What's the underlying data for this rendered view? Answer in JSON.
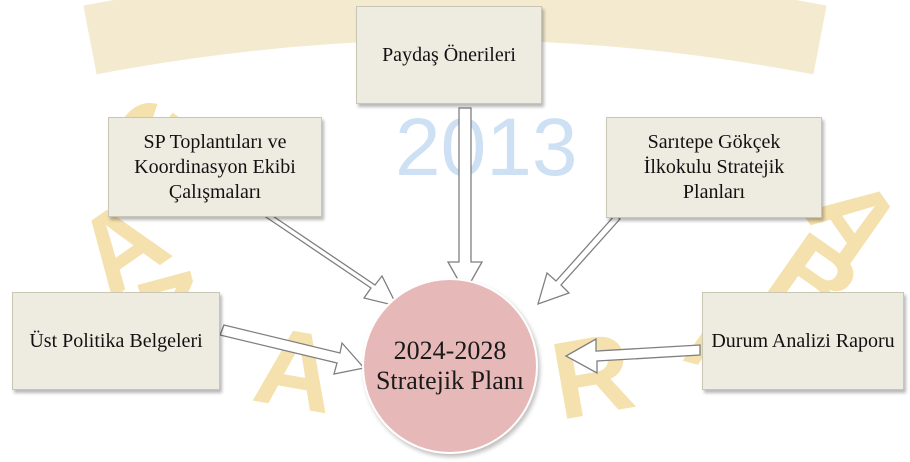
{
  "diagram": {
    "center": {
      "title": "2024-2028 Stratejik Planı"
    },
    "sources": [
      {
        "key": "paydas",
        "label": "Paydaş Önerileri"
      },
      {
        "key": "sp",
        "label": "SP Toplantıları ve Koordinasyon Ekibi Çalışmaları"
      },
      {
        "key": "saritepe",
        "label": "Sarıtepe Gökçek İlkokulu Stratejik Planları"
      },
      {
        "key": "ust",
        "label": "Üst Politika Belgeleri"
      },
      {
        "key": "durum",
        "label": "Durum Analizi Raporu"
      }
    ]
  },
  "watermark": {
    "text": "2013",
    "color": "#e8c87a"
  },
  "colors": {
    "box_fill": "#eeece1",
    "circle_fill": "#e6b9b8",
    "arrow_fill": "#ffffff",
    "arrow_stroke": "#7f7f7f"
  }
}
